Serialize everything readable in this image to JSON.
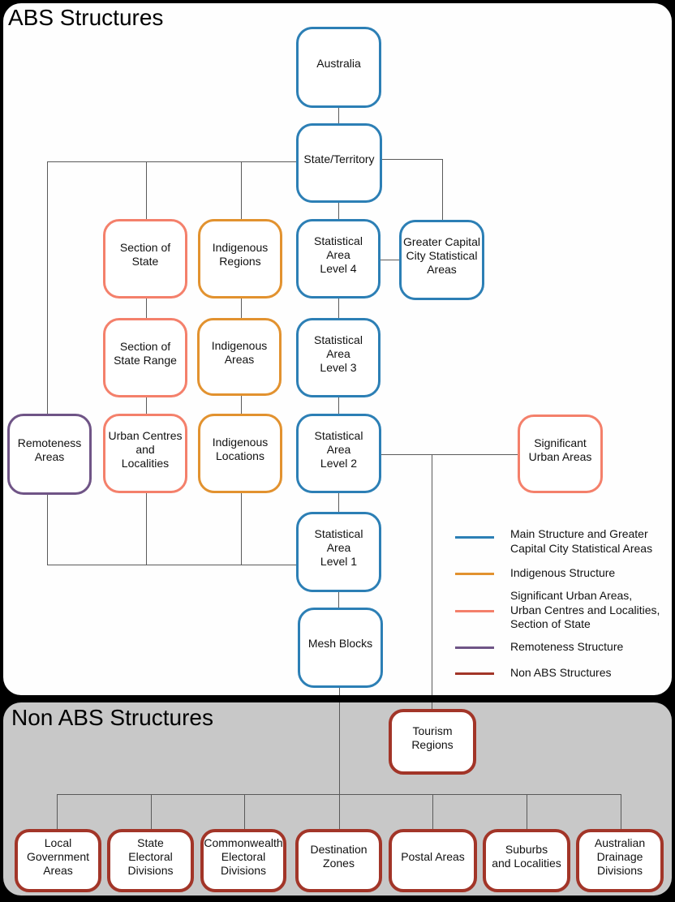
{
  "sections": {
    "abs": {
      "title": "ABS Structures"
    },
    "non_abs": {
      "title": "Non ABS Structures"
    }
  },
  "colors": {
    "main_structure": "#2c7fb5",
    "indigenous_structure": "#e2922f",
    "sua_structure": "#f4806b",
    "remoteness_structure": "#6f5486",
    "non_abs_structure": "#a23528",
    "connector_line": "#5a5a5a",
    "non_abs_panel_background": "#c8c8c8"
  },
  "nodes": {
    "australia": "Australia",
    "state_territory": "State/Territory",
    "section_of_state": "Section of\nState",
    "indigenous_regions": "Indigenous\nRegions",
    "sa4": "Statistical\nArea\nLevel 4",
    "gccsa": "Greater Capital\nCity Statistical\nAreas",
    "section_of_state_range": "Section of\nState Range",
    "indigenous_areas": "Indigenous\nAreas",
    "sa3": "Statistical\nArea\nLevel 3",
    "remoteness_areas": "Remoteness\nAreas",
    "urban_centres_localities": "Urban Centres\nand\nLocalities",
    "indigenous_locations": "Indigenous\nLocations",
    "sa2": "Statistical\nArea\nLevel 2",
    "significant_urban_areas": "Significant\nUrban Areas",
    "sa1": "Statistical\nArea\nLevel 1",
    "mesh_blocks": "Mesh Blocks",
    "tourism_regions": "Tourism\nRegions",
    "local_government_areas": "Local\nGovernment\nAreas",
    "state_electoral_divisions": "State\nElectoral\nDivisions",
    "commonwealth_electoral_divisions": "Commonwealth\nElectoral\nDivisions",
    "destination_zones": "Destination\nZones",
    "postal_areas": "Postal Areas",
    "suburbs_and_localities": "Suburbs\nand Localities",
    "australian_drainage_divisions": "Australian\nDrainage\nDivisions"
  },
  "legend": {
    "items": [
      {
        "label": "Main Structure and Greater\nCapital City Statistical Areas",
        "color_key": "main_structure"
      },
      {
        "label": "Indigenous Structure",
        "color_key": "indigenous_structure"
      },
      {
        "label": "Significant Urban Areas,\nUrban Centres and Localities,\nSection of State",
        "color_key": "sua_structure"
      },
      {
        "label": "Remoteness Structure",
        "color_key": "remoteness_structure"
      },
      {
        "label": "Non ABS Structures",
        "color_key": "non_abs_structure"
      }
    ]
  }
}
